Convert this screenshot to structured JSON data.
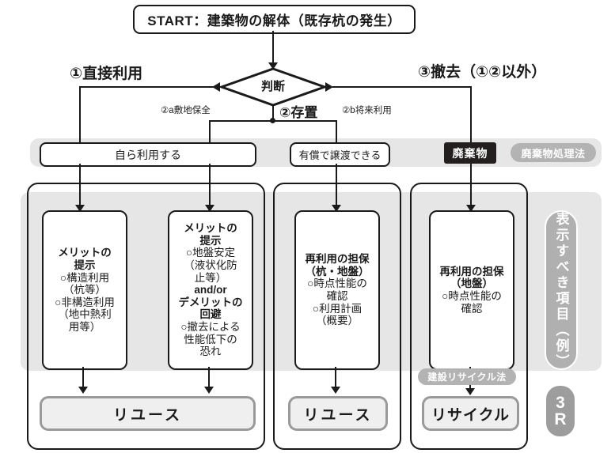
{
  "start": {
    "label": "START：建築物の解体（既存杭の発生）"
  },
  "decision": {
    "label": "判断"
  },
  "branch_labels": {
    "direct_use": "①直接利用",
    "removal": "③撤去（①②以外）",
    "site_preservation": "②a敷地保全",
    "keep": "②存置",
    "future_use": "②b将来利用"
  },
  "mid_row": {
    "self_use": "自ら利用する",
    "paid_transfer": "有償で譲渡できる",
    "waste": "廃棄物",
    "waste_law": "廃棄物処理法"
  },
  "cards": [
    {
      "name": "merit-structural",
      "lines": [
        {
          "text": "メリットの",
          "bold": true
        },
        {
          "text": "提示",
          "bold": true
        },
        {
          "text": "○構造利用",
          "bold": false
        },
        {
          "text": "（杭等）",
          "bold": false
        },
        {
          "text": "○非構造利用",
          "bold": false
        },
        {
          "text": "（地中熱利",
          "bold": false
        },
        {
          "text": "用等）",
          "bold": false
        }
      ]
    },
    {
      "name": "merit-ground",
      "lines": [
        {
          "text": "メリットの",
          "bold": true
        },
        {
          "text": "提示",
          "bold": true
        },
        {
          "text": "○地盤安定",
          "bold": false
        },
        {
          "text": "（液状化防",
          "bold": false
        },
        {
          "text": "止等）",
          "bold": false
        },
        {
          "text": "and/or",
          "bold": true
        },
        {
          "text": "デメリットの",
          "bold": true
        },
        {
          "text": "回避",
          "bold": true
        },
        {
          "text": "○撤去による",
          "bold": false
        },
        {
          "text": "性能低下の",
          "bold": false
        },
        {
          "text": "恐れ",
          "bold": false
        }
      ]
    },
    {
      "name": "reuse-guarantee-pile-ground",
      "lines": [
        {
          "text": "再利用の担保",
          "bold": true
        },
        {
          "text": "（杭・地盤）",
          "bold": true
        },
        {
          "text": "○時点性能の",
          "bold": false
        },
        {
          "text": "確認",
          "bold": false
        },
        {
          "text": "○利用計画",
          "bold": false
        },
        {
          "text": "（概要）",
          "bold": false
        }
      ]
    },
    {
      "name": "reuse-guarantee-ground",
      "lines": [
        {
          "text": "再利用の担保",
          "bold": true
        },
        {
          "text": "（地盤）",
          "bold": true
        },
        {
          "text": "○時点性能の",
          "bold": false
        },
        {
          "text": "確認",
          "bold": false
        }
      ]
    }
  ],
  "outcomes": {
    "reuse_left": "リユース",
    "reuse_mid": "リユース",
    "recycle": "リサイクル",
    "recycle_law": "建設リサイクル法"
  },
  "side_labels": {
    "display_items": "表示すべき項目（例）",
    "three_r_top": "3",
    "three_r_bottom": "R"
  },
  "colors": {
    "ink": "#1a1a1a",
    "band": "#e6e6e6",
    "chip_grey": "#b3b3b3",
    "chip_dark": "#231f1e",
    "outcome_border": "#9a9a9a",
    "outcome_fill": "#efefef"
  }
}
